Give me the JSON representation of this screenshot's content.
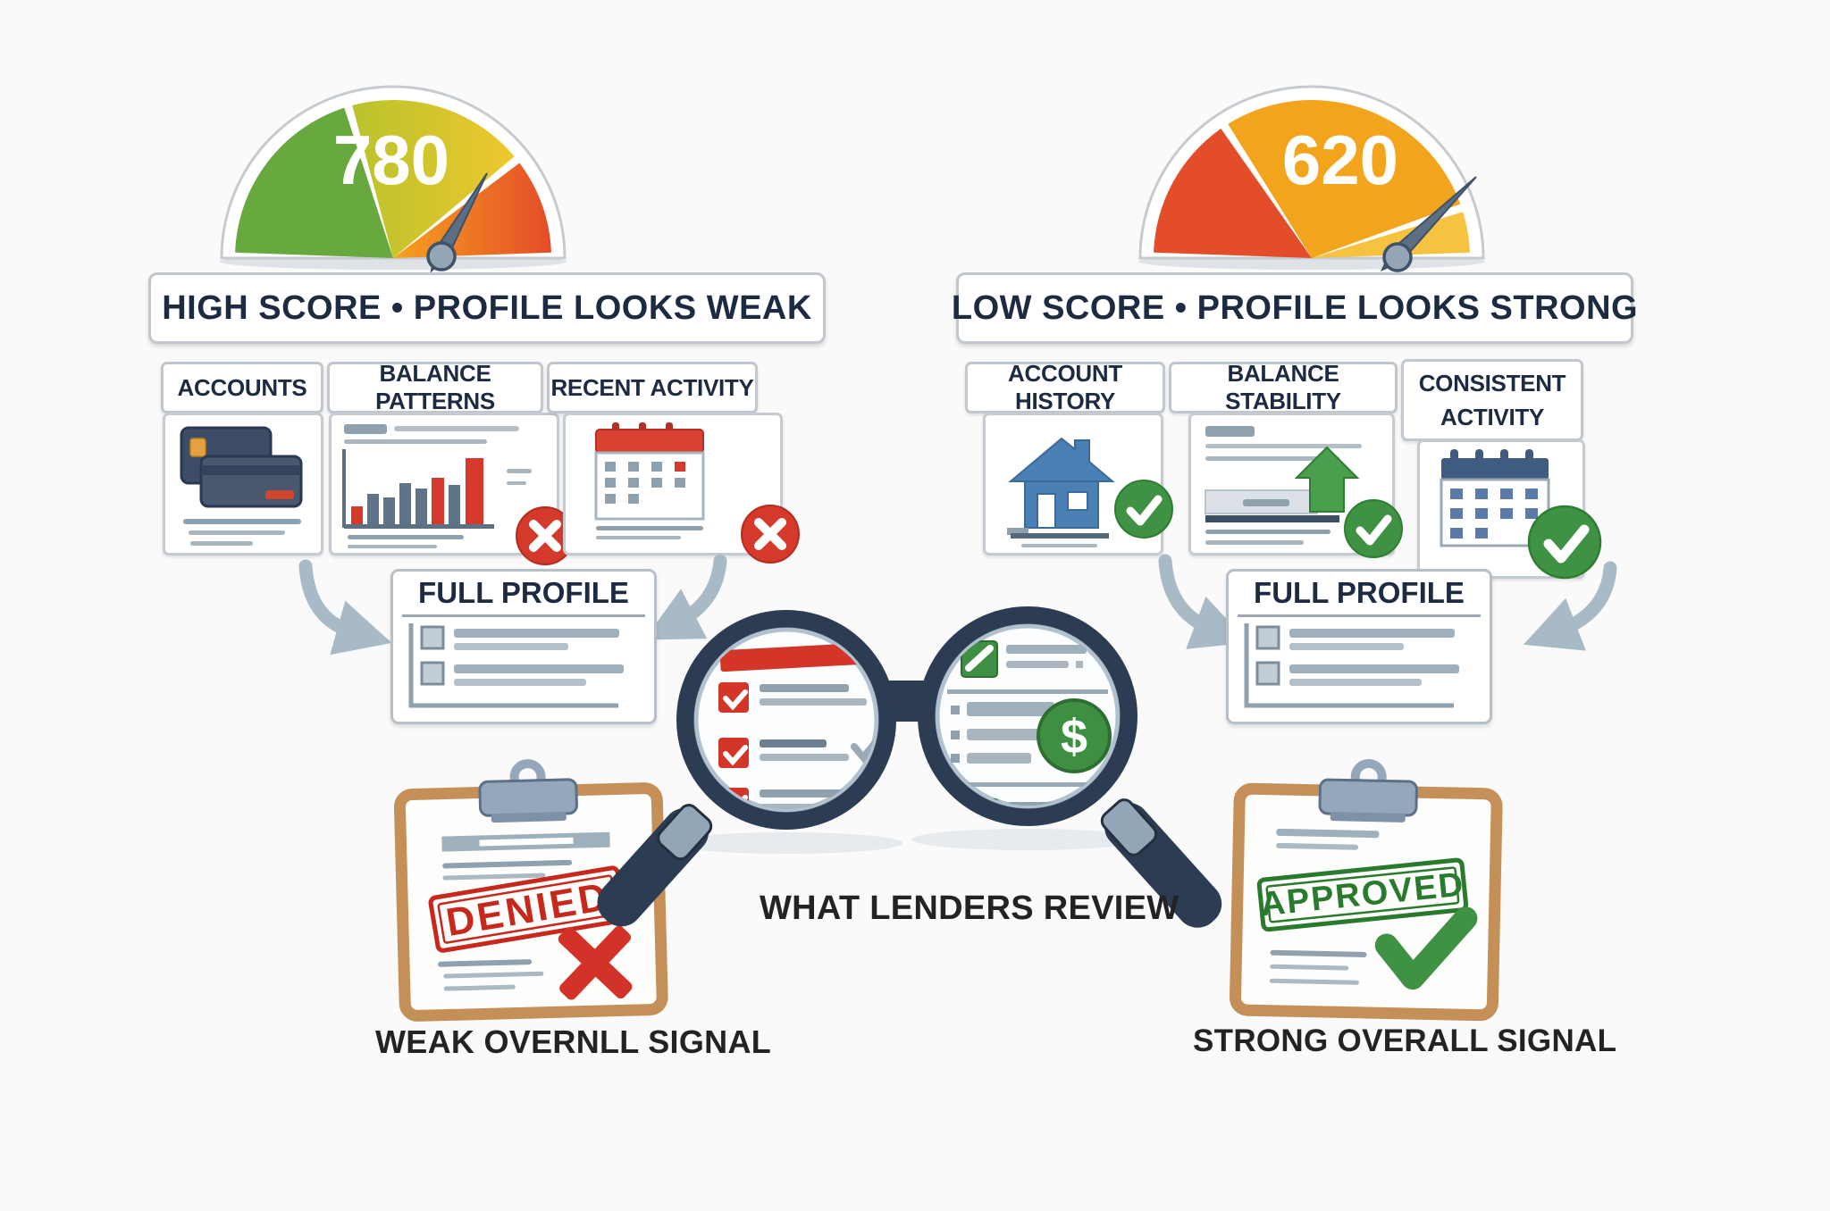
{
  "left_panel": {
    "gauge_score": "780",
    "banner": "HIGH SCORE  •  PROFILE LOOKS WEAK",
    "cards": [
      {
        "title": "ACCOUNTS",
        "icon": "credit-cards-icon",
        "badge": "none"
      },
      {
        "title": "BALANCE PATTERNS",
        "icon": "bar-chart-icon",
        "badge": "red-x-icon"
      },
      {
        "title": "RECENT ACTIVITY",
        "icon": "calendar-icon",
        "badge": "red-x-icon"
      }
    ],
    "full_profile_title": "FULL PROFILE",
    "stamp": "DENIED",
    "caption": "WEAK OVERNLL SIGNAL"
  },
  "right_panel": {
    "gauge_score": "620",
    "banner": "LOW SCORE  •  PROFILE LOOKS STRONG",
    "cards": [
      {
        "title": "ACCOUNT HISTORY",
        "icon": "house-icon",
        "badge": "green-check-icon"
      },
      {
        "title": "BALANCE STABILITY",
        "icon": "growth-arrow-icon",
        "badge": "green-check-icon"
      },
      {
        "title": "CONSISTENT ACTIVITY",
        "icon": "calendar-icon",
        "badge": "green-check-icon"
      }
    ],
    "full_profile_title": "FULL PROFILE",
    "stamp": "APPROVED",
    "caption": "STRONG OVERALL SIGNAL"
  },
  "center": {
    "caption": "WHAT LENDERS REVIEW"
  },
  "colors": {
    "red": "#d5392b",
    "green": "#3f9143",
    "navy": "#1d2b42",
    "arrow_gray": "#a9bac7",
    "clipboard_tan": "#c49058",
    "gauge_green": "#68a93f",
    "gauge_yellow": "#d9c92f",
    "gauge_orange": "#f29d20",
    "gauge_red": "#e44d2a",
    "gauge_amber": "#f3a41d"
  }
}
